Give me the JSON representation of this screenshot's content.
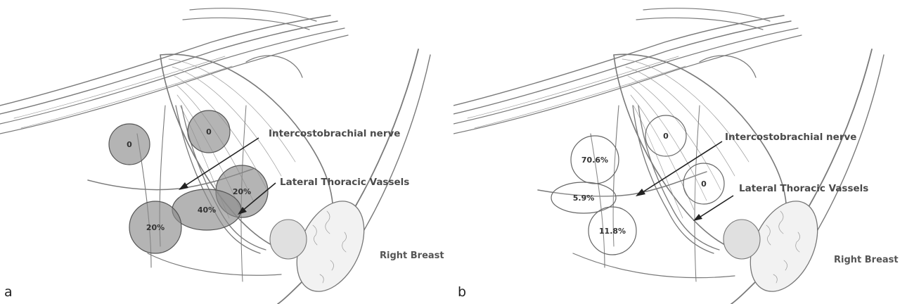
{
  "panels": [
    {
      "letter": "a",
      "side_label": "Right Breast",
      "callouts": {
        "nerve": "Intercostobrachial nerve",
        "vessels": "Lateral Thoracic Vassels"
      },
      "regions": [
        {
          "label": "0",
          "style": "filled"
        },
        {
          "label": "0",
          "style": "filled"
        },
        {
          "label": "20%",
          "style": "filled"
        },
        {
          "label": "40%",
          "style": "filled"
        },
        {
          "label": "20%",
          "style": "filled"
        }
      ]
    },
    {
      "letter": "b",
      "side_label": "Right Breast",
      "callouts": {
        "nerve": "Intercostobrachial nerve",
        "vessels": "Lateral Thoracic Vassels"
      },
      "regions": [
        {
          "label": "70.6%",
          "style": "open"
        },
        {
          "label": "0",
          "style": "open"
        },
        {
          "label": "5.9%",
          "style": "open"
        },
        {
          "label": "0",
          "style": "open"
        },
        {
          "label": "11.8%",
          "style": "open"
        }
      ]
    }
  ],
  "colors": {
    "filled_region": "#8c8c8c",
    "open_region": "#ffffff",
    "line_art": "#7a7a7a",
    "text": "#4a4a4a"
  }
}
